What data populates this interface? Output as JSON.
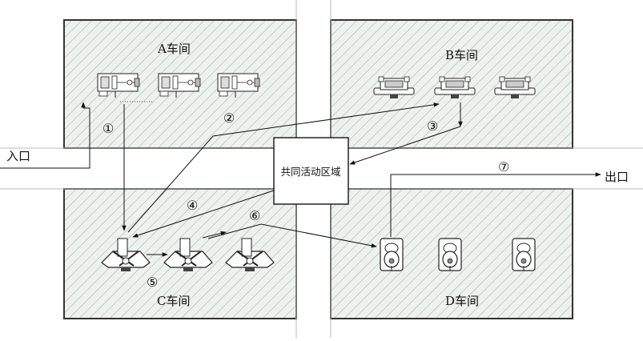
{
  "workshops": {
    "a": {
      "label": "A车间"
    },
    "b": {
      "label": "B车间"
    },
    "c": {
      "label": "C车间"
    },
    "d": {
      "label": "D车间"
    }
  },
  "common_area": {
    "label": "共同活动区域"
  },
  "entrance": {
    "label": "入口"
  },
  "exit": {
    "label": "出口"
  },
  "steps": [
    "①",
    "②",
    "③",
    "④",
    "⑤",
    "⑥",
    "⑦"
  ],
  "colors": {
    "hatch": "#9aa89a",
    "fill": "#eef2ee",
    "stroke": "#222222",
    "wall": "#333333"
  }
}
